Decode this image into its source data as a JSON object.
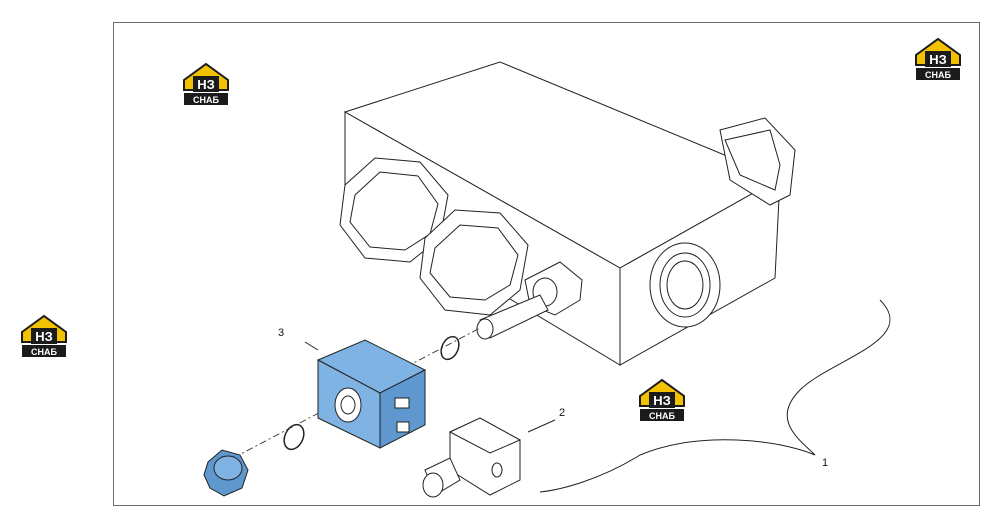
{
  "callouts": [
    {
      "id": "part-1",
      "label": "1"
    },
    {
      "id": "part-2",
      "label": "2"
    },
    {
      "id": "part-3",
      "label": "3"
    }
  ],
  "logo": {
    "top_text": "НЗ",
    "bottom_text": "СНАБ",
    "colors": {
      "house": "#f2c200",
      "dark": "#1b1b1b",
      "text": "#ffffff"
    }
  },
  "colors": {
    "line": "#222222",
    "coil_blue": "#7fb3e3",
    "frame": "#6b6b6b"
  }
}
